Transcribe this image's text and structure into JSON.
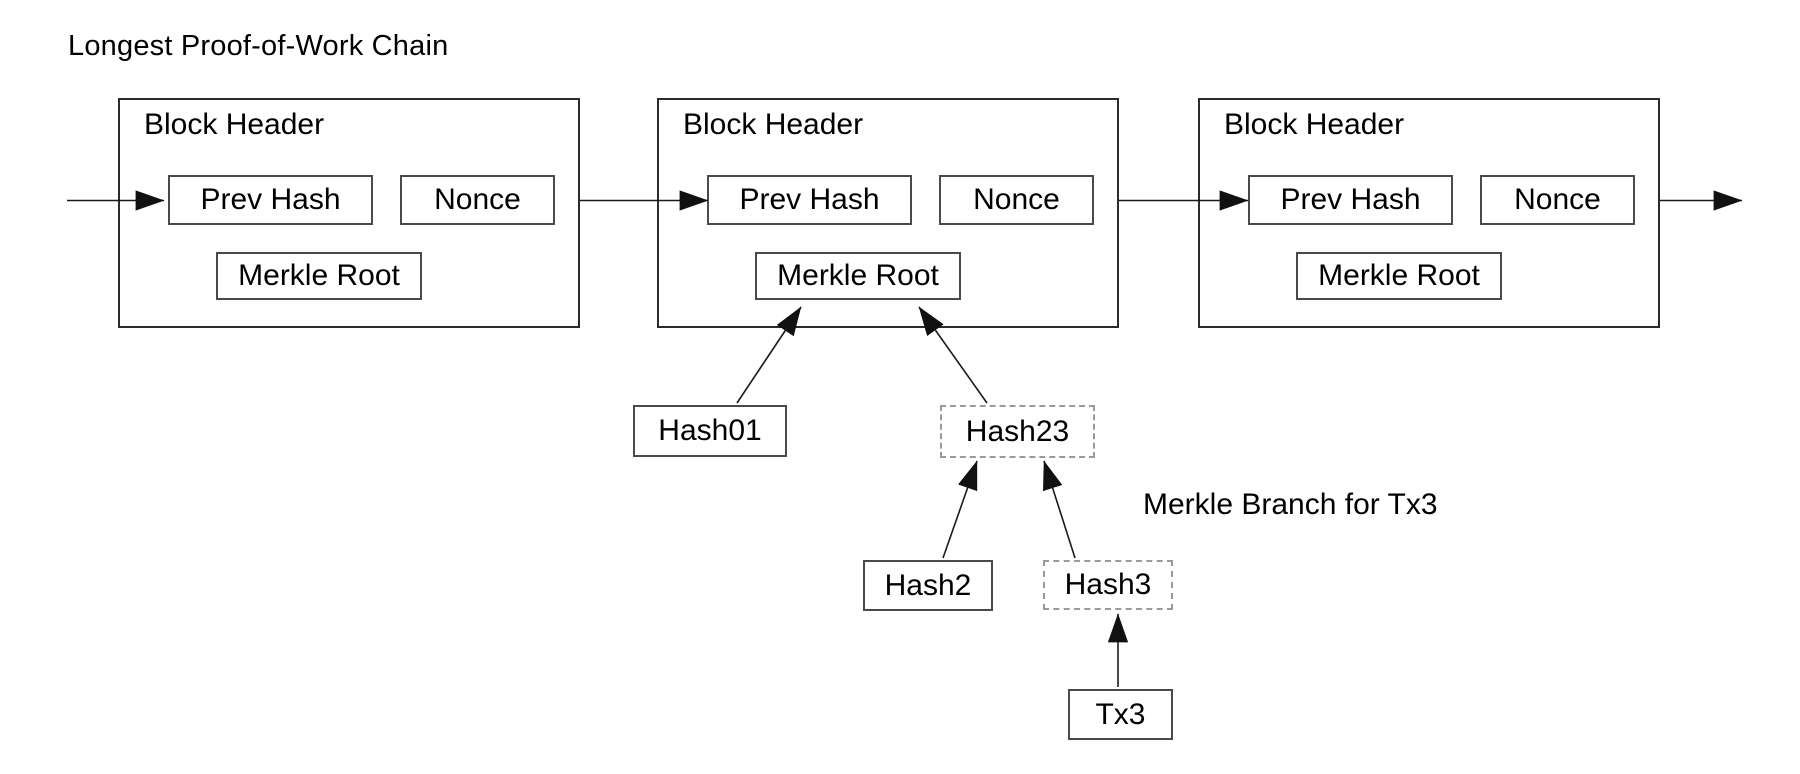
{
  "title": "Longest Proof-of-Work Chain",
  "annotation": "Merkle Branch for Tx3",
  "blocks": [
    {
      "header": "Block Header",
      "prev_hash": "Prev Hash",
      "nonce": "Nonce",
      "merkle_root": "Merkle Root"
    },
    {
      "header": "Block Header",
      "prev_hash": "Prev Hash",
      "nonce": "Nonce",
      "merkle_root": "Merkle Root"
    },
    {
      "header": "Block Header",
      "prev_hash": "Prev Hash",
      "nonce": "Nonce",
      "merkle_root": "Merkle Root"
    }
  ],
  "merkle_tree": {
    "hash01": "Hash01",
    "hash23": "Hash23",
    "hash2": "Hash2",
    "hash3": "Hash3",
    "tx3": "Tx3"
  },
  "colors": {
    "background": "#ffffff",
    "text": "#000000",
    "solid_border": "#4a4a4a",
    "block_border": "#2b2b2b",
    "dashed_border": "#9a9a9a",
    "arrow": "#1a1a1a"
  }
}
